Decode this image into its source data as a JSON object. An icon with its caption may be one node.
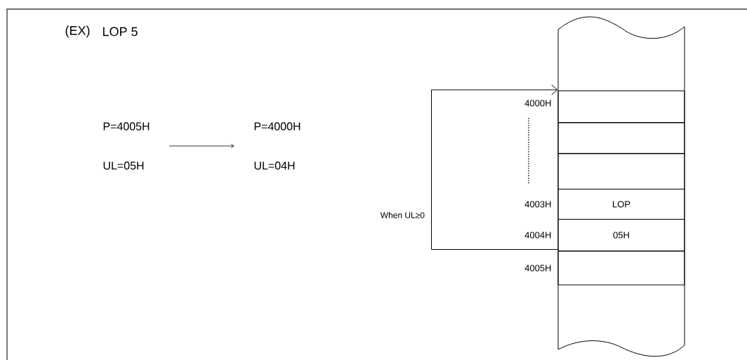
{
  "diagram": {
    "nodes": [
      {
        "text": [],
        "shape": "box"
      },
      {
        "text": [],
        "shape": "box",
        "in": 0,
        "beside": [
          "4000H"
        ]
      },
      {
        "text": [],
        "shape": "box",
        "in": 0
      },
      {
        "text": [],
        "shape": "box",
        "in": 0
      },
      {
        "text": [
          "LOP"
        ],
        "in": 0,
        "beside": [
          "4003H"
        ]
      },
      {
        "text": [
          "05H"
        ],
        "in": 0,
        "beside": [
          "4004H"
        ]
      },
      {
        "text": [],
        "shape": "box",
        "in": 0,
        "beside": [
          "4005H"
        ]
      },
      {
        "text": [
          "P=4005H",
          "UL=05H"
        ]
      },
      {
        "text": [
          "P=4000H",
          "UL=04H"
        ]
      }
    ],
    "edges": [
      {
        "from": 7,
        "to": 8,
        "arrow": "to"
      },
      {
        "from": 6,
        "to": 1,
        "arrow": "to",
        "label": "When UL≥0"
      }
    ],
    "labels": [
      "(EX)",
      "LOP 5"
    ]
  }
}
